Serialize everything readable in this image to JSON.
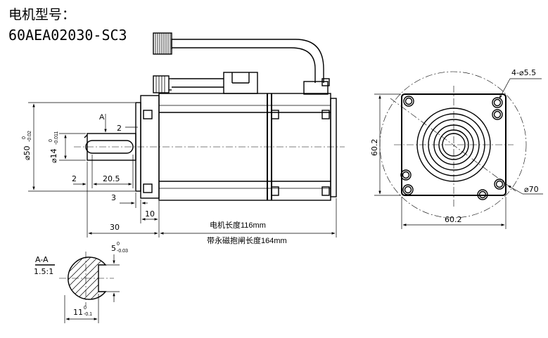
{
  "header": {
    "model_label": "电机型号：",
    "model_code": "60AEA02030-SC3"
  },
  "side_view": {
    "section_marker": "A",
    "keyway_offset": "2",
    "shaft_dia": "⌀14",
    "shaft_tol_upper": "0",
    "shaft_tol_lower": "-0.011",
    "flange_dia": "⌀50",
    "flange_tol_upper": "0",
    "flange_tol_lower": "-0.02",
    "key_start": "2",
    "key_length": "20.5",
    "spigot_height": "3",
    "flange_thickness": "10",
    "shaft_length": "30",
    "motor_length_note": "电机长度116mm",
    "brake_length_note": "带永磁抱闸长度164mm"
  },
  "front_view": {
    "holes_note": "4-⌀5.5",
    "height": "60.2",
    "width": "60.2",
    "pcd": "⌀70"
  },
  "section": {
    "title": "A-A",
    "scale": "1.5:1",
    "key_width": "5",
    "key_tol_upper": "0",
    "key_tol_lower": "-0.03",
    "key_depth": "11",
    "depth_tol_upper": "0",
    "depth_tol_lower": "-0.1"
  }
}
